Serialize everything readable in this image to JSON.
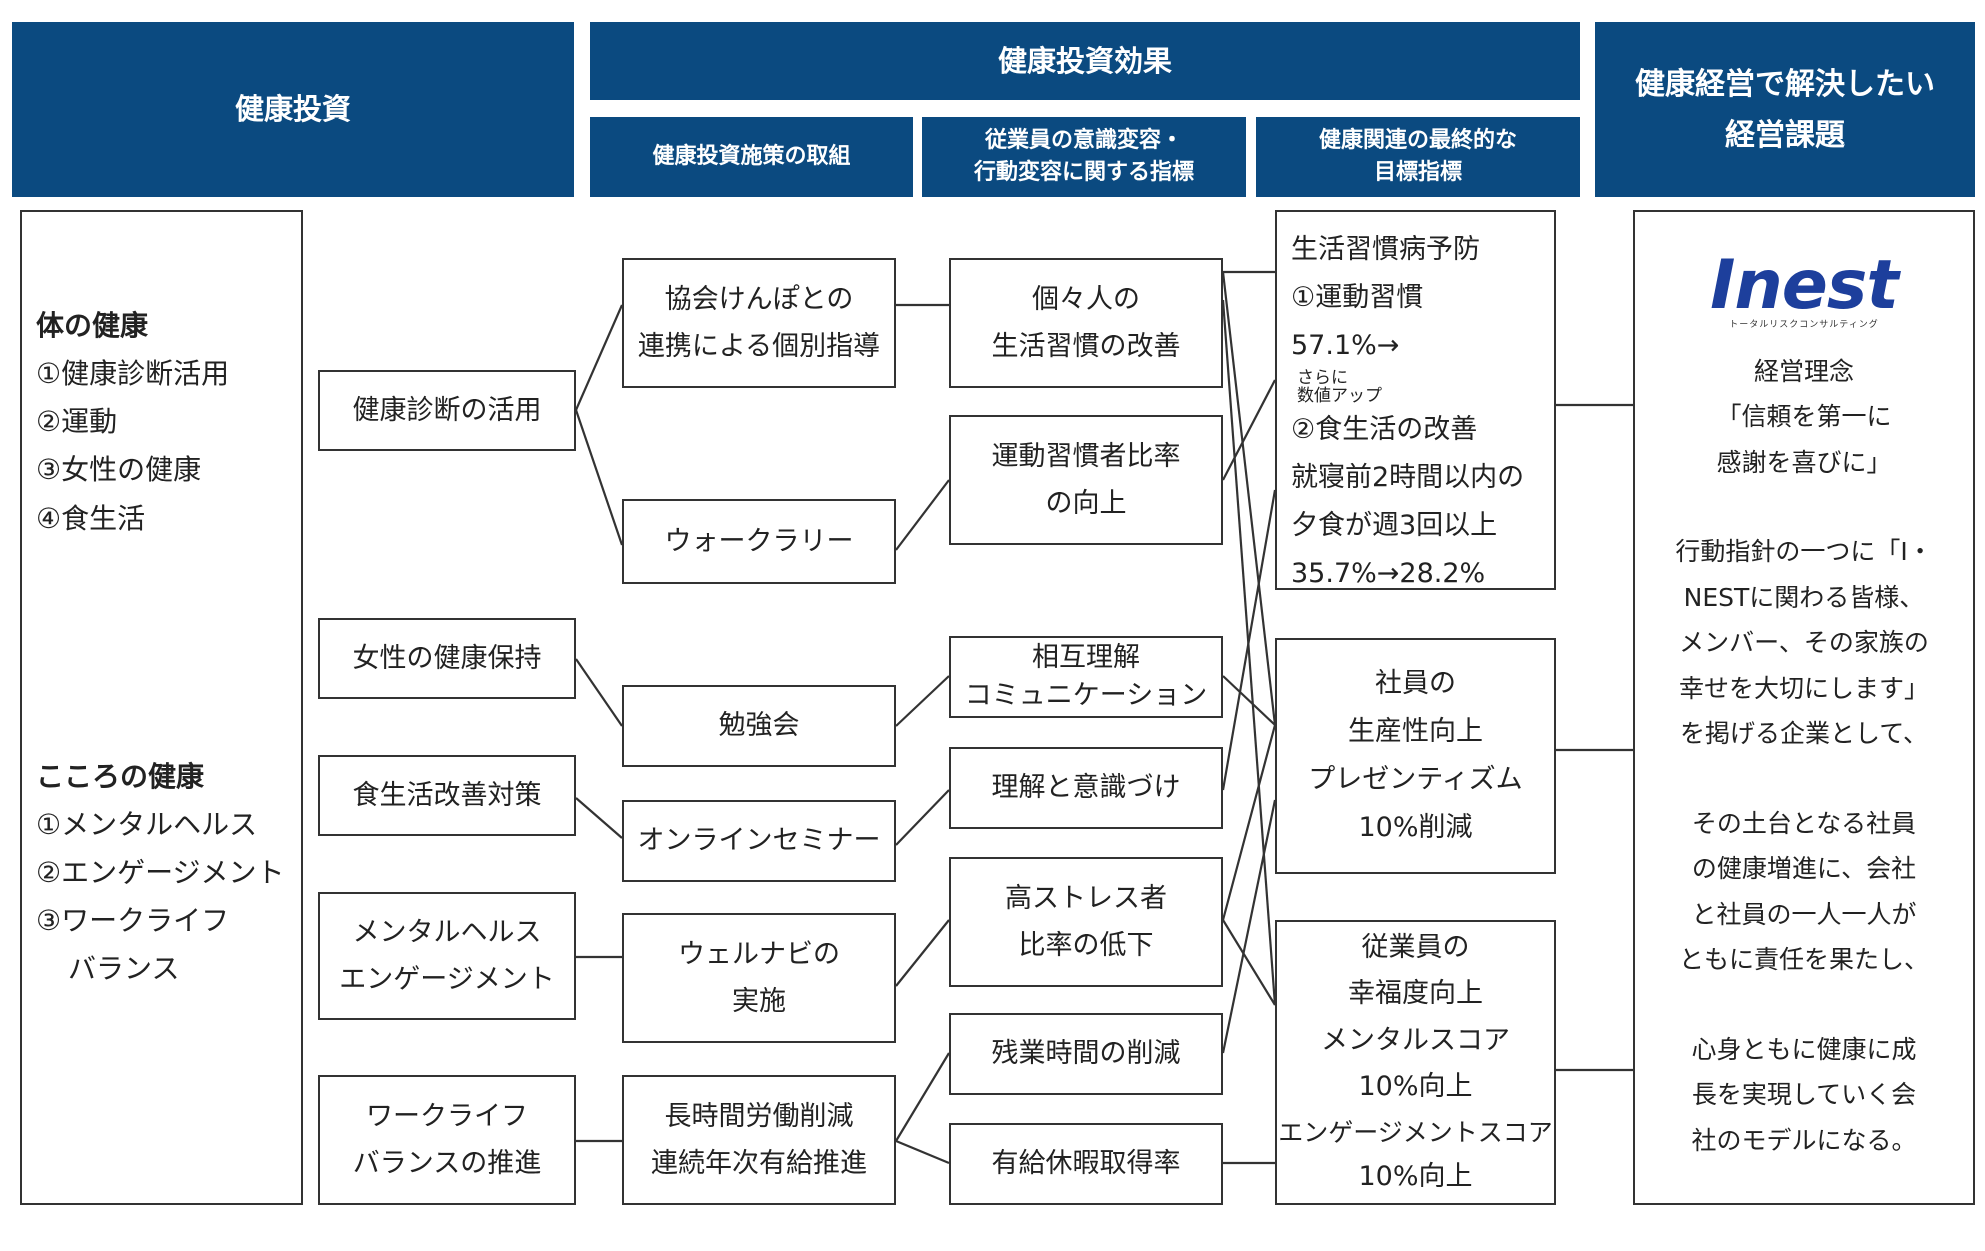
{
  "headers": {
    "investment": "健康投資",
    "effect": "健康投資効果",
    "initiatives": "健康投資施策の取組",
    "indicators": [
      "従業員の意識変容・",
      "行動変容に関する指標"
    ],
    "final_goal": [
      "健康関連の最終的な",
      "目標指標"
    ],
    "management": [
      "健康経営で解決したい",
      "経営課題"
    ]
  },
  "themes": {
    "body_title": "体の健康",
    "body_items": [
      "①健康診断活用",
      "②運動",
      "③女性の健康",
      "④食生活"
    ],
    "mind_title": "こころの健康",
    "mind_items": [
      "①メンタルヘルス",
      "②エンゲージメント",
      "③ワークライフ",
      "バランス"
    ]
  },
  "investments": {
    "checkup": "健康診断の活用",
    "women": "女性の健康保持",
    "diet": "食生活改善対策",
    "mental": [
      "メンタルヘルス",
      "エンゲージメント"
    ],
    "wlb": [
      "ワークライフ",
      "バランスの推進"
    ]
  },
  "initiatives": {
    "kenpo": [
      "協会けんぽとの",
      "連携による個別指導"
    ],
    "walk": "ウォークラリー",
    "study": "勉強会",
    "online": "オンラインセミナー",
    "wellnavi": [
      "ウェルナビの",
      "実施"
    ],
    "overtime": [
      "長時間労働削減",
      "連続年次有給推進"
    ]
  },
  "indicators": {
    "habits": [
      "個々人の",
      "生活習慣の改善"
    ],
    "exercise": [
      "運動習慣者比率",
      "の向上"
    ],
    "mutual": [
      "相互理解",
      "コミュニケーション"
    ],
    "awareness": "理解と意識づけ",
    "stress": [
      "高ストレス者",
      "比率の低下"
    ],
    "overtime_red": "残業時間の削減",
    "paid_leave": "有給休暇取得率"
  },
  "goals": {
    "lifestyle": {
      "title": "生活習慣病予防",
      "item1": "①運動習慣",
      "item1_value": "57.1%→",
      "item1_note": [
        "さらに",
        "数値アップ"
      ],
      "item2": "②食生活の改善",
      "item2_desc1": "就寝前2時間以内の",
      "item2_desc2": "夕食が週3回以上",
      "item2_value": "35.7%→28.2%"
    },
    "productivity": [
      "社員の",
      "生産性向上",
      "プレゼンティズム",
      "10%削減"
    ],
    "happiness": [
      "従業員の",
      "幸福度向上",
      "メンタルスコア",
      "10%向上",
      "エンゲージメントスコア",
      "10%向上"
    ]
  },
  "management": {
    "logo": "Inest",
    "logo_sub": "トータルリスクコンサルティング",
    "philosophy": [
      "経営理念",
      "「信頼を第一に",
      "感謝を喜びに」"
    ],
    "guideline": [
      "行動指針の一つに「I・",
      "NESTに関わる皆様、",
      "メンバー、その家族の",
      "幸せを大切にします」",
      "を掲げる企業として、"
    ],
    "foundation": [
      "その土台となる社員",
      "の健康増進に、会社",
      "と社員の一人一人が",
      "ともに責任を果たし、"
    ],
    "vision": [
      "心身ともに健康に成",
      "長を実現していく会",
      "社のモデルになる。"
    ]
  },
  "colors": {
    "header_bg": "#0b4a80",
    "border": "#333333",
    "logo": "#1d3f9c"
  }
}
